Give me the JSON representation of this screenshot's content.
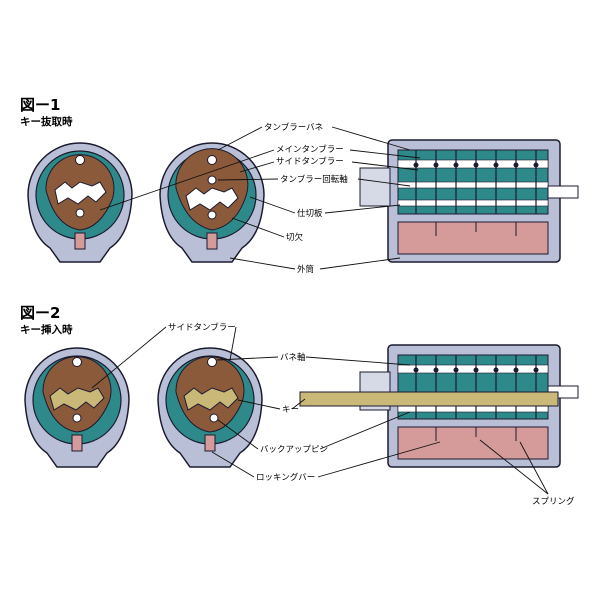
{
  "figure1": {
    "title": "図ー1",
    "subtitle": "キー抜取時",
    "labels": {
      "tumbler_spring": "タンブラーバネ",
      "main_tumbler": "メインタンブラー",
      "side_tumbler": "サイドタンブラー",
      "tumbler_shaft": "タンブラー回転軸",
      "partition_plate": "仕切板",
      "notch": "切欠",
      "outer_cylinder": "外筒"
    }
  },
  "figure2": {
    "title": "図ー2",
    "subtitle": "キー挿入時",
    "labels": {
      "side_tumbler": "サイドタンブラー",
      "spring_shaft": "バネ軸",
      "key": "キー",
      "backup_pin": "バックアップピン",
      "locking_bar": "ロッキングバー",
      "spring": "スプリング"
    }
  },
  "colors": {
    "housing": "#b9bfd6",
    "outline": "#1b1b30",
    "teal": "#2e8a8a",
    "brown": "#8b5a3a",
    "key": "#c9b877",
    "pink": "#d59a9a",
    "white": "#ffffff"
  }
}
